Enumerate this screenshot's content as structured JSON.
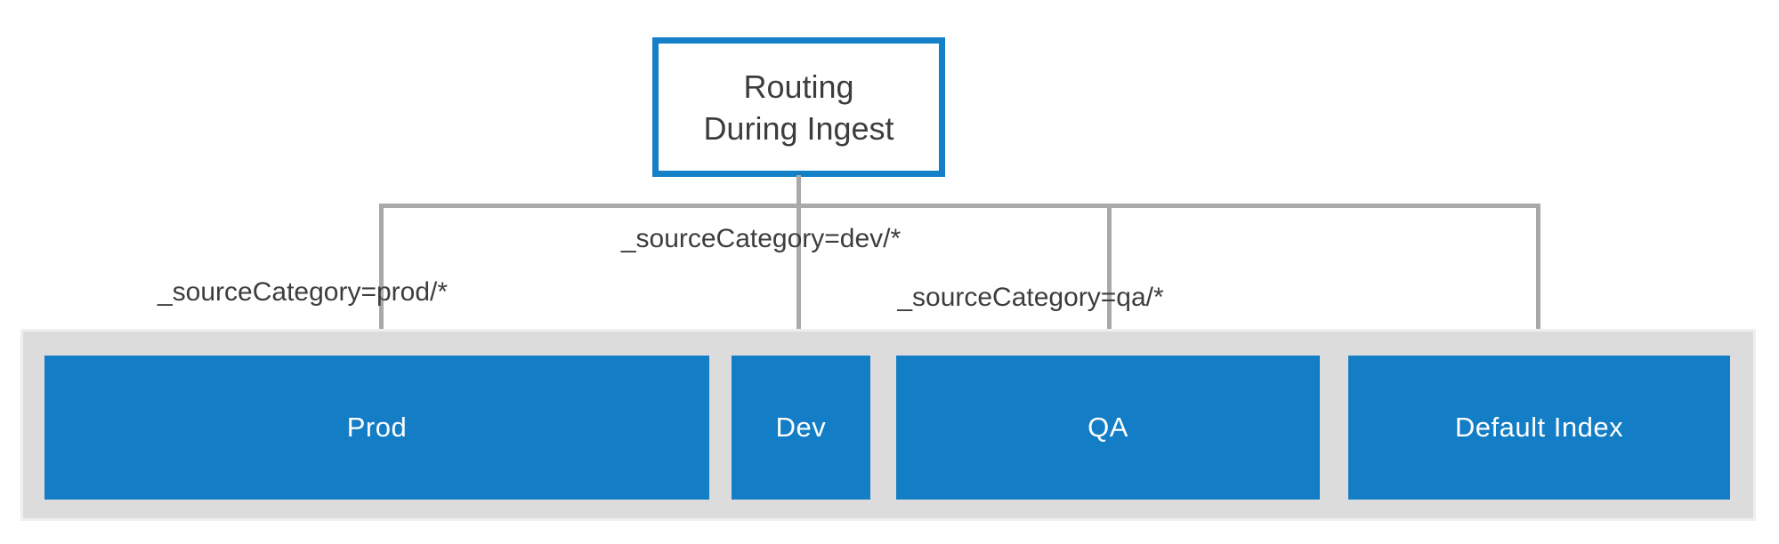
{
  "diagram": {
    "root_node": {
      "line1": "Routing",
      "line2": "During Ingest"
    },
    "edge_labels": {
      "prod": "_sourceCategory=prod/*",
      "dev": "_sourceCategory=dev/*",
      "qa": "_sourceCategory=qa/*"
    },
    "index_nodes": [
      {
        "label": "Prod"
      },
      {
        "label": "Dev"
      },
      {
        "label": "QA"
      },
      {
        "label": "Default Index"
      }
    ],
    "colors": {
      "accent_blue": "#1380c7",
      "node_fill": "#137dc5",
      "connector_gray": "#a9a9a9",
      "container_gray": "#dcdcdc",
      "title_text": "#3d3d3d",
      "node_text": "#ffffff"
    }
  }
}
